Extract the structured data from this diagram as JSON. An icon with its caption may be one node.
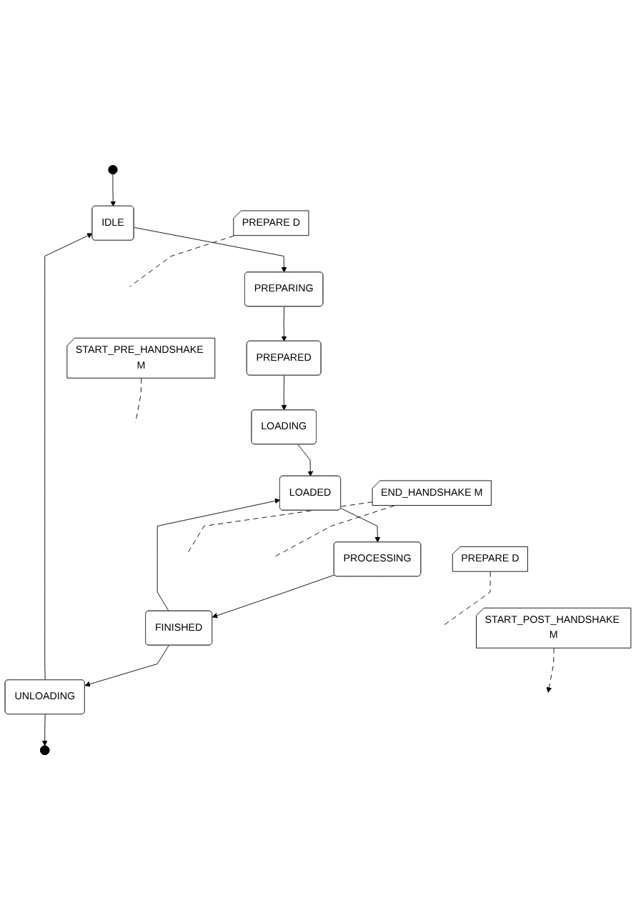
{
  "diagram": {
    "nodes": [
      {
        "text": [],
        "shape": "circle"
      },
      {
        "text": [
          "IDLE"
        ]
      },
      {
        "text": [
          "PREPARE D"
        ]
      },
      {
        "text": [
          "PREPARING"
        ]
      },
      {
        "text": [
          "PREPARED"
        ]
      },
      {
        "text": [
          "START_PRE_HANDSHAKE M"
        ]
      },
      {
        "text": [
          "LOADING"
        ]
      },
      {
        "text": [
          "END_HANDSHAKE M"
        ]
      },
      {
        "text": [
          "LOADED"
        ]
      },
      {
        "text": [
          "PROCESSING"
        ]
      },
      {
        "text": [
          "PREPARE D"
        ]
      },
      {
        "text": [
          "FINISHED"
        ]
      },
      {
        "text": [
          "START_POST_HANDSHAKE M"
        ]
      },
      {
        "text": [],
        "shape": "circle"
      },
      {
        "text": [
          "UNLOADING"
        ]
      }
    ],
    "edges": [
      {
        "from": 0,
        "to": 1,
        "arrow": "to"
      },
      {
        "from": 14,
        "to": 1,
        "arrow": "to"
      },
      {
        "from": 1,
        "to": 3,
        "arrow": "to"
      },
      {
        "from": 2,
        "to": null,
        "arrow": "none",
        "style": "dashed"
      },
      {
        "from": 3,
        "to": 4,
        "arrow": "to"
      },
      {
        "from": 4,
        "to": 6,
        "arrow": "to"
      },
      {
        "from": 5,
        "to": null,
        "arrow": "none",
        "style": "dashed"
      },
      {
        "from": 6,
        "to": 8,
        "arrow": "to"
      },
      {
        "from": 7,
        "to": null,
        "arrow": "none",
        "style": "dashed"
      },
      {
        "from": 7,
        "to": null,
        "arrow": "none",
        "style": "dashed"
      },
      {
        "from": 8,
        "to": 9,
        "arrow": "to"
      },
      {
        "from": 9,
        "to": 11,
        "arrow": "to"
      },
      {
        "from": 11,
        "to": 8,
        "arrow": "to"
      },
      {
        "from": 10,
        "to": null,
        "arrow": "none",
        "style": "dashed"
      },
      {
        "from": 11,
        "to": 14,
        "arrow": "to"
      },
      {
        "from": 12,
        "to": null,
        "arrow": "to",
        "style": "dashed"
      },
      {
        "from": 14,
        "to": 13,
        "arrow": "to"
      }
    ]
  }
}
